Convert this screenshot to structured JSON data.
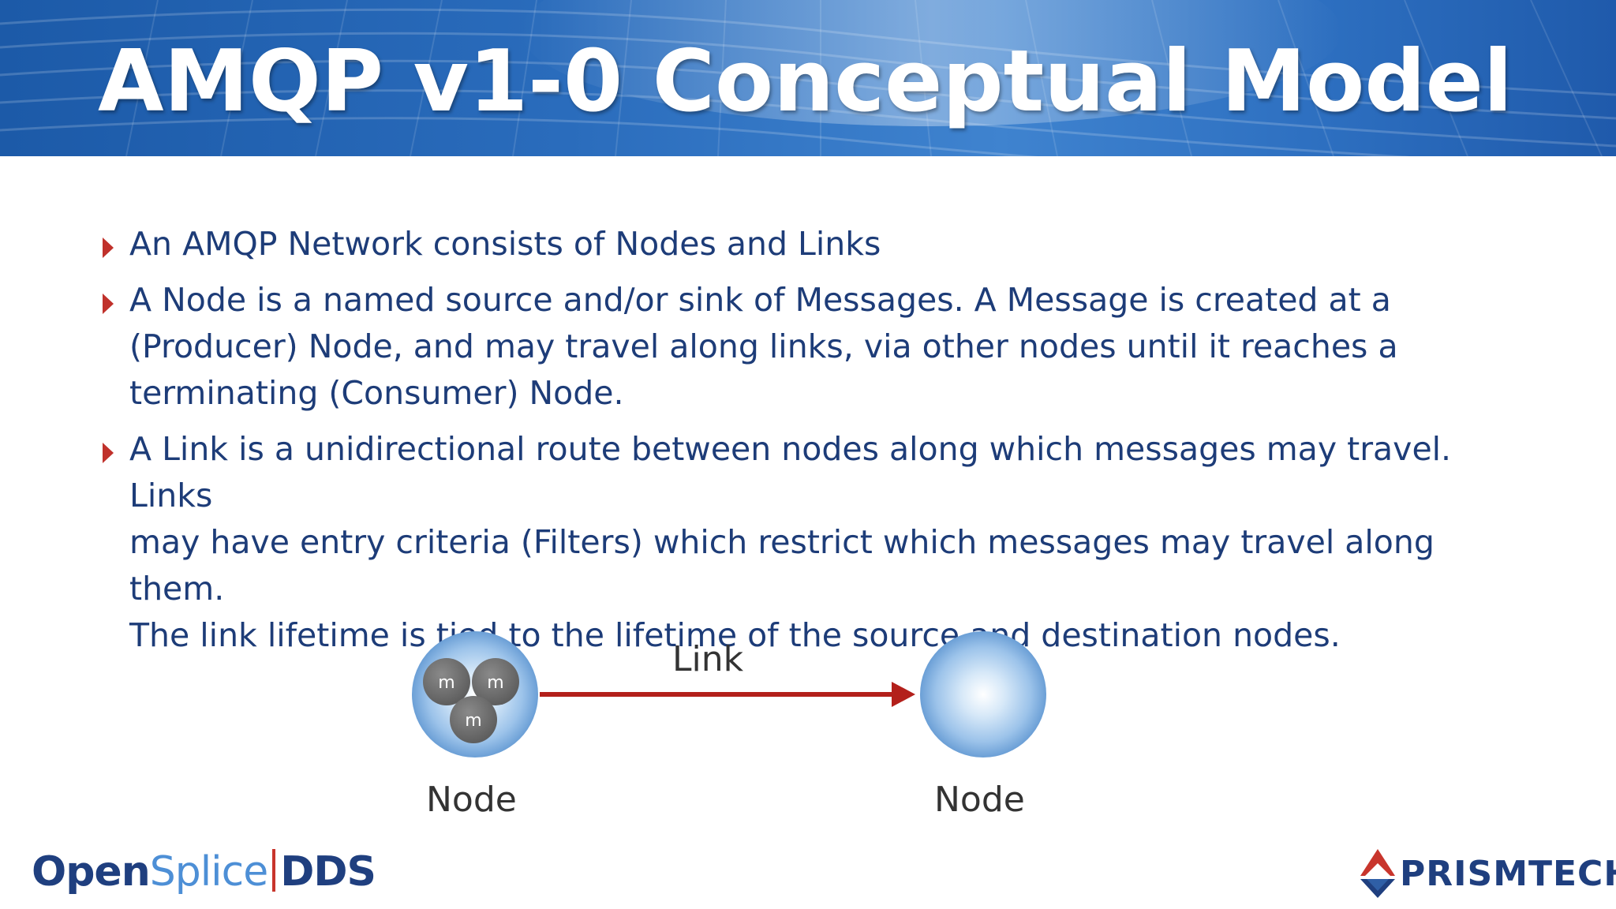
{
  "slide": {
    "title": "AMQP v1-0 Conceptual Model",
    "bullets": [
      {
        "lines": [
          "An AMQP Network consists of Nodes and Links"
        ]
      },
      {
        "lines": [
          "A Node is a named source and/or sink of Messages. A Message is created at a",
          "(Producer) Node, and may travel along links, via other nodes until it reaches a",
          "terminating (Consumer) Node."
        ]
      },
      {
        "lines": [
          "A Link is a unidirectional route between nodes along which messages may travel. Links",
          "may have entry criteria (Filters) which restrict which messages may travel along them.",
          "The link lifetime is tied to the lifetime of the source and destination nodes."
        ]
      }
    ],
    "colors": {
      "header_blue": "#1c5aa8",
      "text_navy": "#1d3c78",
      "bullet_red": "#c0312b",
      "arrow_red": "#b3201b",
      "node_blue": "#7fb0e2",
      "message_gray": "#6f6f6f"
    }
  },
  "diagram": {
    "link_label": "Link",
    "source_node_label": "Node",
    "target_node_label": "Node",
    "message_labels": [
      "m",
      "m",
      "m"
    ]
  },
  "footer": {
    "left_logo": {
      "part1": "Open",
      "part2": "Splice",
      "part3": "DDS"
    },
    "right_logo": {
      "text": "PRISMTECH",
      "icon": "prism-triangle-icon"
    }
  }
}
